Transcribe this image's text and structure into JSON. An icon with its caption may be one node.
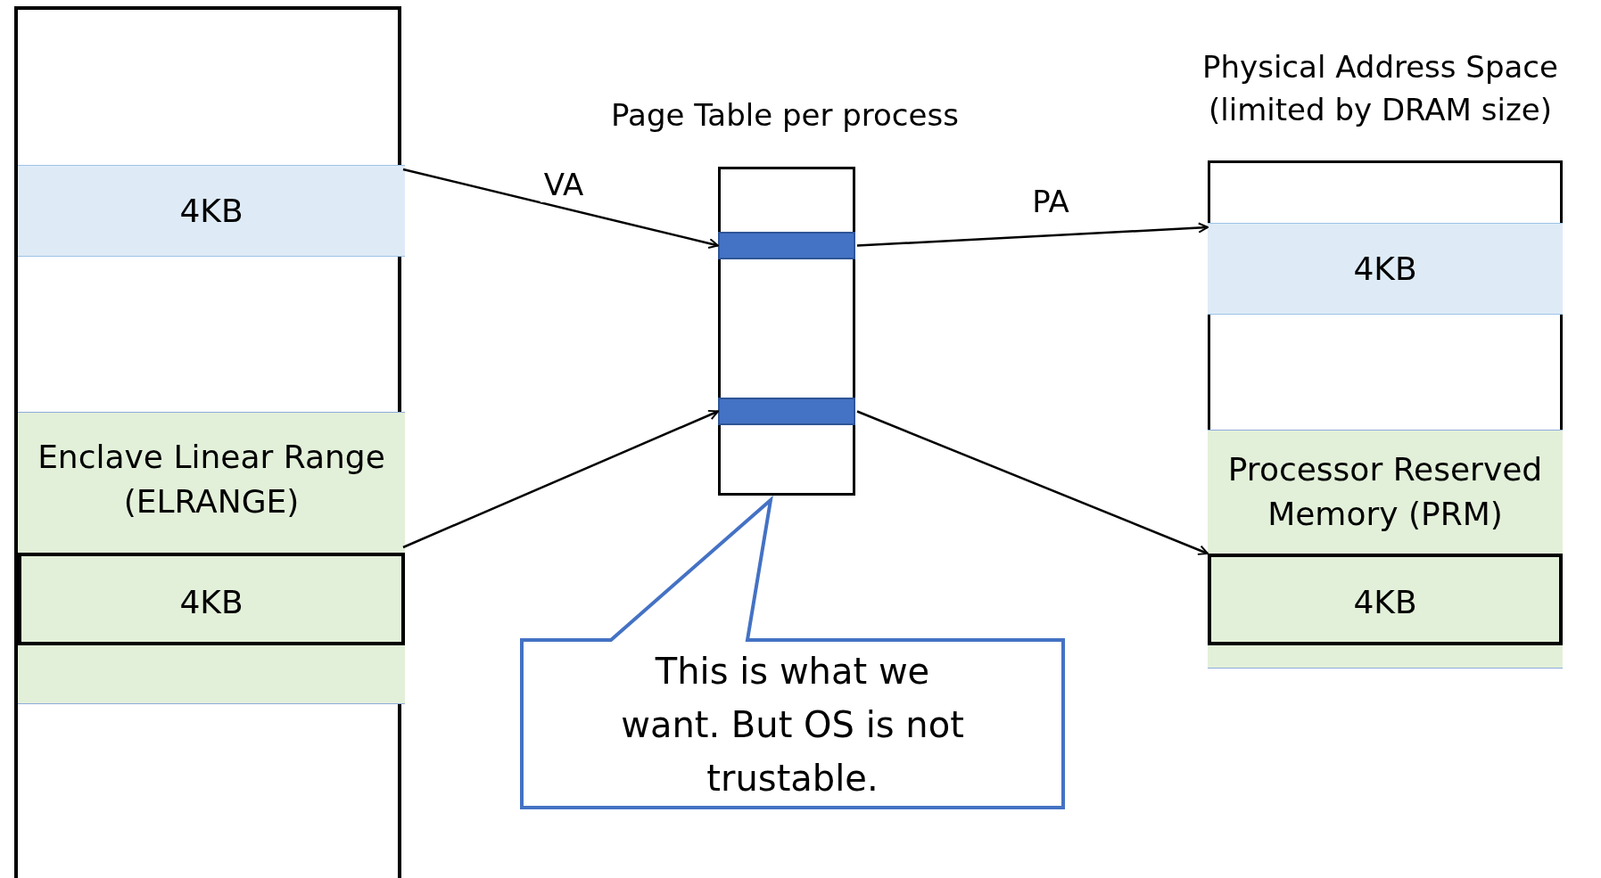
{
  "diagram": {
    "nodes": [
      {
        "text": [],
        "shape": "box"
      },
      {
        "text": [
          "4KB"
        ],
        "in": 0
      },
      {
        "text": [
          "Enclave Linear Range (ELRANGE)"
        ],
        "in": 0
      },
      {
        "text": [
          "4KB"
        ],
        "in": 2
      },
      {
        "text": [
          "Page Table per process"
        ]
      },
      {
        "text": [],
        "shape": "bar",
        "in": 4
      },
      {
        "text": [],
        "shape": "bar",
        "in": 4
      },
      {
        "text": [
          "Physical Address Space (limited by DRAM size)"
        ]
      },
      {
        "text": [
          "4KB"
        ],
        "in": 7
      },
      {
        "text": [
          "Processor Reserved Memory (PRM)"
        ],
        "in": 7
      },
      {
        "text": [
          "4KB"
        ],
        "in": 9
      },
      {
        "text": [
          "This is what we want. But OS is not trustable."
        ]
      }
    ],
    "edges": [
      {
        "from": 1,
        "to": 5,
        "arrow": "to",
        "label": "VA"
      },
      {
        "from": 3,
        "to": 6,
        "arrow": "to"
      },
      {
        "from": 5,
        "to": 8,
        "arrow": "to",
        "label": "PA"
      },
      {
        "from": 6,
        "to": 10,
        "arrow": "to"
      }
    ]
  }
}
